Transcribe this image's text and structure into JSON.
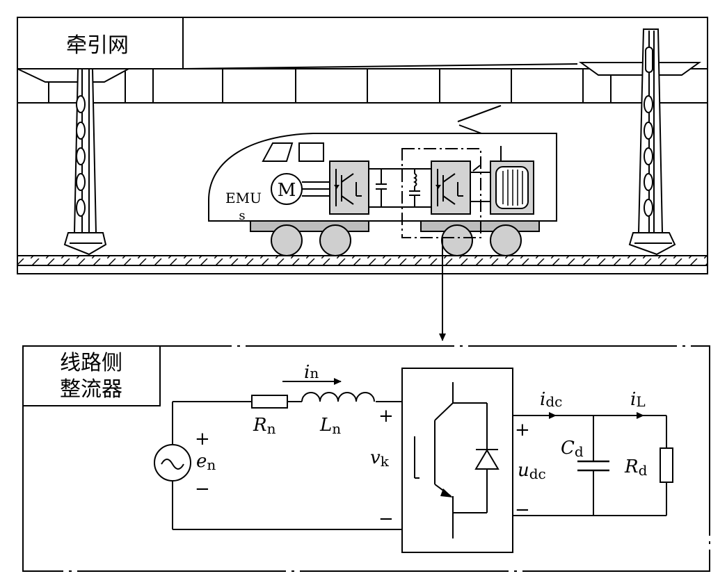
{
  "top_panel": {
    "title": "牵引网",
    "train_label_main": "EMU",
    "train_label_sub": "s",
    "motor_label": "M"
  },
  "bottom_panel": {
    "title_line1": "线路侧",
    "title_line2": "整流器",
    "labels": {
      "i_n_main": "i",
      "i_n_sub": "n",
      "R_n_main": "R",
      "R_n_sub": "n",
      "L_n_main": "L",
      "L_n_sub": "n",
      "e_n_main": "e",
      "e_n_sub": "n",
      "v_k_main": "v",
      "v_k_sub": "k",
      "i_dc_main": "i",
      "i_dc_sub": "dc",
      "u_dc_main": "u",
      "u_dc_sub": "dc",
      "C_d_main": "C",
      "C_d_sub": "d",
      "i_L_main": "i",
      "i_L_sub": "L",
      "R_d_main": "R",
      "R_d_sub": "d",
      "plus": "+",
      "minus": "−"
    }
  },
  "colors": {
    "stroke": "#000000",
    "component_fill": "#d3d3d3",
    "wheel_fill": "#cfcfcf",
    "bogie_fill": "#bdbdbd"
  }
}
